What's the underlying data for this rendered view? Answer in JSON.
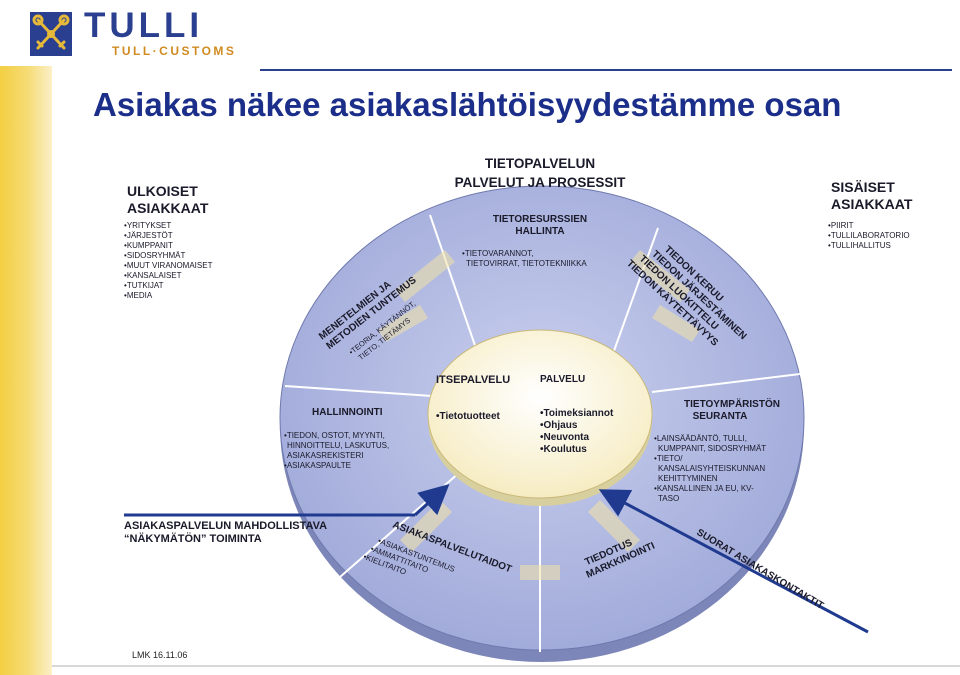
{
  "logo": {
    "emblem_icon": "crossed-keys-emblem",
    "name": "TULLI",
    "subtitle": "TULL·CUSTOMS"
  },
  "title": "Asiakas näkee asiakaslähtöisyydestämme osan",
  "footer": "LMK 16.11.06",
  "colors": {
    "title": "#1b2e8a",
    "ring": "#aab2de",
    "center": "#fdf6dc",
    "arrow": "#1f3a8f",
    "side_bar": "#f3cf43"
  },
  "external_customers": {
    "heading_line1": "ULKOISET",
    "heading_line2": "ASIAKKAAT",
    "items": [
      "YRITYKSET",
      "JÄRJESTÖT",
      "KUMPPANIT",
      "SIDOSRYHMÄT",
      "MUUT VIRANOMAISET",
      "KANSALAISET",
      "TUTKIJAT",
      "MEDIA"
    ]
  },
  "internal_customers": {
    "heading_line1": "SISÄISET",
    "heading_line2": "ASIAKKAAT",
    "items": [
      "PIIRIT",
      "TULLILABORATORIO",
      "TULLIHALLITUS"
    ]
  },
  "top_header": {
    "line1": "TIETOPALVELUN",
    "line2": "PALVELUT JA PROSESSIT"
  },
  "segments": {
    "resources": {
      "heading_line1": "TIETORESURSSIEN",
      "heading_line2": "HALLINTA",
      "detail_line1": "TIETOVARANNOT,",
      "detail_line2": "TIETOVIRRAT, TIETOTEKNIIKKA"
    },
    "methods": {
      "heading_line1": "MENETELMIEN JA",
      "heading_line2": "METODIEN TUNTEMUS",
      "detail_line1": "TEORIA, KÄYTÄNNÖT,",
      "detail_line2": "TIETO, TIETÄMYS"
    },
    "collection": {
      "line1": "TIEDON KERUU",
      "line2": "TIEDON JÄRJESTÄMINEN",
      "line3": "TIEDON LUOKITTELU",
      "line4": "TIEDON KÄYTETTÄVYYS"
    },
    "admin": {
      "heading": "HALLINNOINTI",
      "detail_lines": [
        "TIEDON, OSTOT, MYYNTI,",
        "HINNOITTELU, LASKUTUS,",
        "ASIAKASREKISTERI",
        "ASIAKASPAULTE"
      ]
    },
    "environment": {
      "heading_line1": "TIETOYMPÄRISTÖN",
      "heading_line2": "SEURANTA",
      "detail_lines": [
        "LAINSÄÄDÄNTÖ, TULLI,",
        "KUMPPANIT, SIDOSRYHMÄT",
        "TIETO/",
        "KANSALAISYHTEISKUNNAN",
        "KEHITTYMINEN",
        "KANSALLINEN JA EU, KV-",
        "TASO"
      ]
    },
    "service_skills": {
      "heading": "ASIAKASPALVELUTAIDOT",
      "detail_lines": [
        "ASIAKASTUNTEMUS",
        "AMMATTITAITO",
        "KIELITAITO"
      ]
    },
    "marketing": {
      "line1": "TIEDOTUS",
      "line2": "MARKKINOINTI"
    }
  },
  "center": {
    "self_service": "ITSEPALVELU",
    "service": "PALVELU",
    "self_items": [
      "Tietotuotteet"
    ],
    "service_items": [
      "Toimeksiannot",
      "Ohjaus",
      "Neuvonta",
      "Koulutus"
    ]
  },
  "invisible_label": {
    "line1": "ASIAKASPALVELUN MAHDOLLISTAVA",
    "line2": "“NÄKYMÄTÖN” TOIMINTA"
  },
  "direct_contacts_label": "SUORAT ASIAKASKONTAKTIT"
}
